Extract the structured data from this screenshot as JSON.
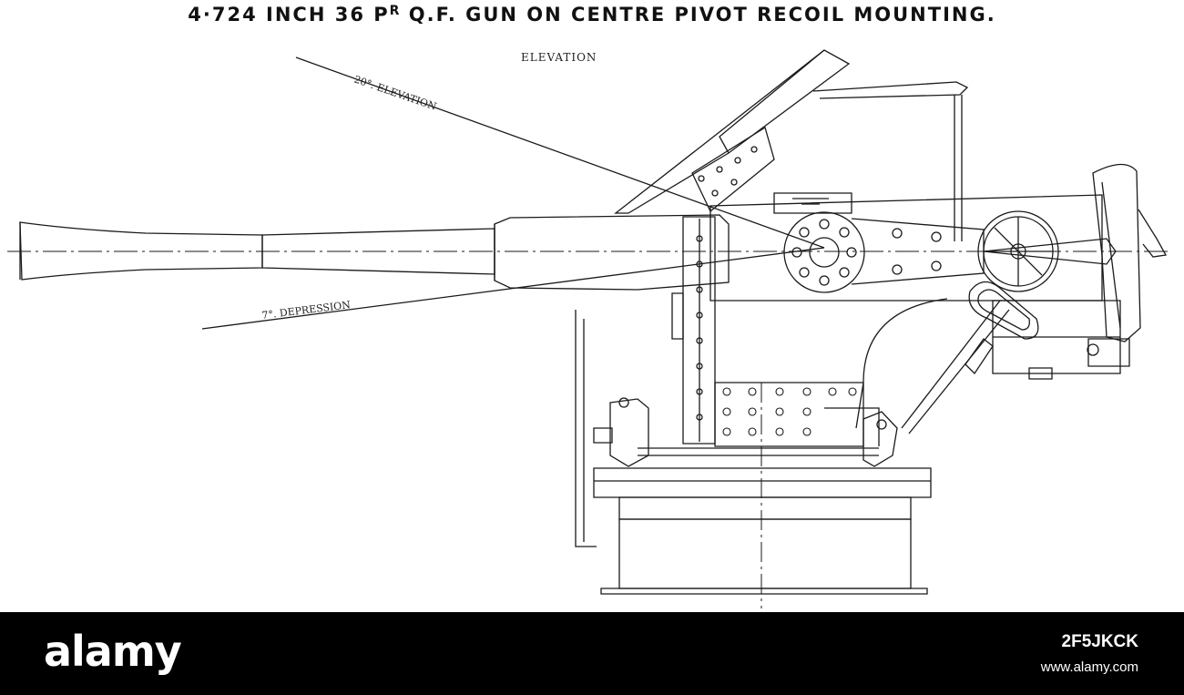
{
  "drawing": {
    "title_main_1": "4·724 INCH 36 P",
    "title_sup": "R",
    "title_main_2": " Q.F. GUN ON CENTRE PIVOT RECOIL MOUNTING.",
    "view_label": "ELEVATION",
    "elevation_label": "20°. ELEVATION",
    "depression_label": "7°. DEPRESSION"
  },
  "footer": {
    "brand": "alamy",
    "image_id": "2F5JKCK",
    "url": "www.alamy.com",
    "background": "#000000",
    "text_color": "#ffffff"
  }
}
